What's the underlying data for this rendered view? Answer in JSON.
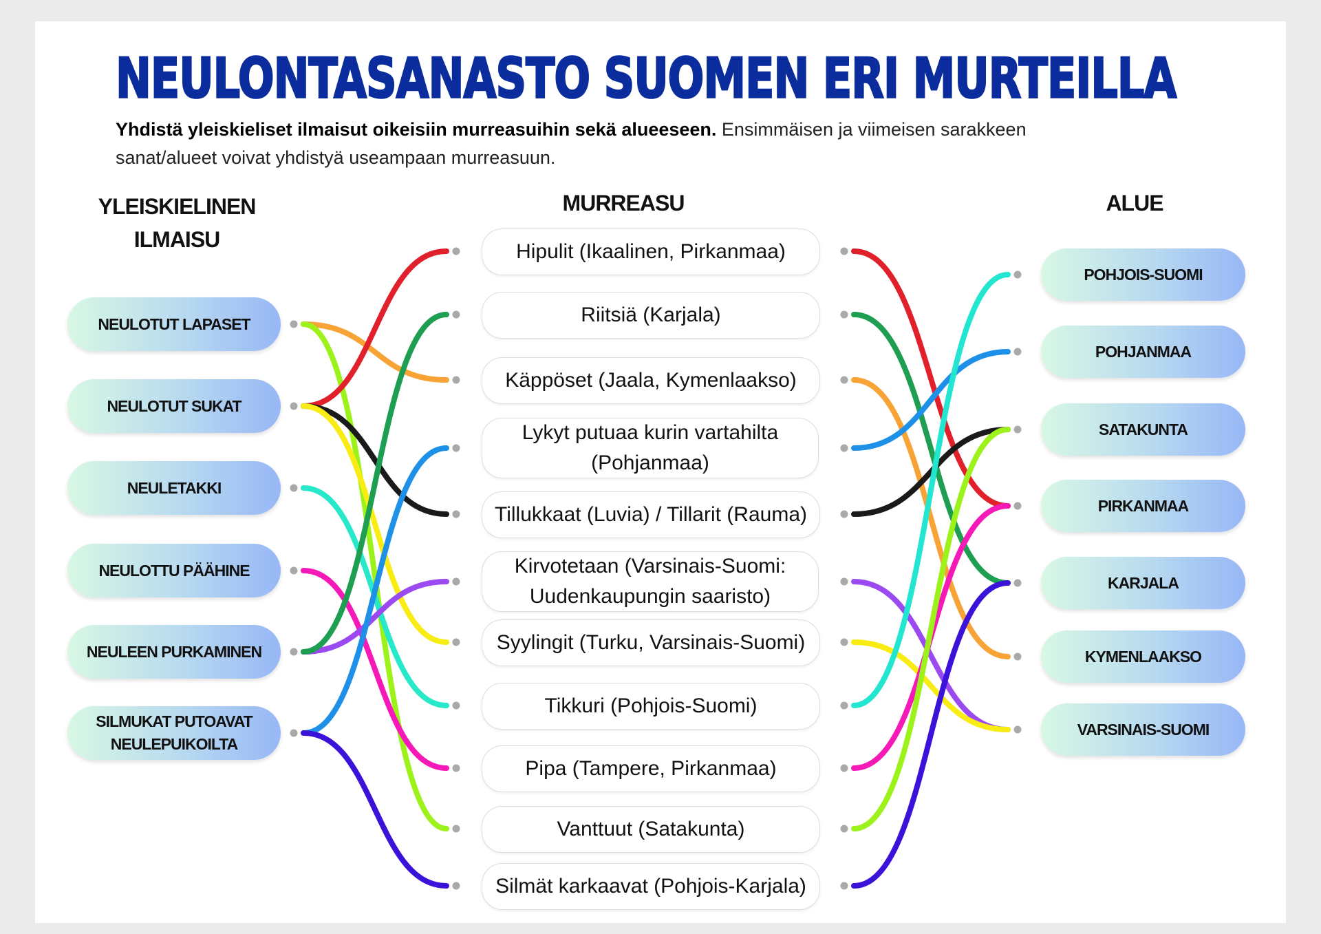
{
  "title": "NEULONTASANASTO SUOMEN ERI MURTEILLA",
  "intro": {
    "bold": "Yhdistä yleiskieliset ilmaisut oikeisiin murreasuihin sekä alueeseen.",
    "normal": " Ensimmäisen ja viimeisen sarakkeen sanat/alueet voivat yhdistyä useampaan murreasuun."
  },
  "headers": {
    "left": "YLEISKIELINEN ILMAISU",
    "middle": "MURREASU",
    "right": "ALUE"
  },
  "left_items": [
    "NEULOTUT LAPASET",
    "NEULOTUT SUKAT",
    "NEULETAKKI",
    "NEULOTTU PÄÄHINE",
    "NEULEEN PURKAMINEN",
    "SILMUKAT PUTOAVAT NEULEPUIKOILTA"
  ],
  "middle_items": [
    "Hipulit (Ikaalinen, Pirkanmaa)",
    "Riitsiä (Karjala)",
    "Käppöset (Jaala, Kymenlaakso)",
    "Lykyt putuaa kurin vartahilta (Pohjanmaa)",
    "Tillukkaat (Luvia) / Tillarit (Rauma)",
    "Kirvotetaan (Varsinais-Suomi: Uudenkaupungin saaristo)",
    "Syylingit (Turku, Varsinais-Suomi)",
    "Tikkuri (Pohjois-Suomi)",
    "Pipa (Tampere, Pirkanmaa)",
    "Vanttuut (Satakunta)",
    "Silmät karkaavat (Pohjois-Karjala)"
  ],
  "right_items": [
    "POHJOIS-SUOMI",
    "POHJANMAA",
    "SATAKUNTA",
    "PIRKANMAA",
    "KARJALA",
    "KYMENLAAKSO",
    "VARSINAIS-SUOMI"
  ],
  "left_connections": [
    {
      "from": 0,
      "to": 2,
      "color": "#f7a335"
    },
    {
      "from": 0,
      "to": 9,
      "color": "#9cf21a"
    },
    {
      "from": 1,
      "to": 0,
      "color": "#e0202a"
    },
    {
      "from": 1,
      "to": 4,
      "color": "#1a1a1a"
    },
    {
      "from": 1,
      "to": 6,
      "color": "#f8ec14"
    },
    {
      "from": 2,
      "to": 7,
      "color": "#27e8c8"
    },
    {
      "from": 3,
      "to": 8,
      "color": "#f51ab8"
    },
    {
      "from": 4,
      "to": 5,
      "color": "#9a4af0"
    },
    {
      "from": 4,
      "to": 1,
      "color": "#1e9e50"
    },
    {
      "from": 5,
      "to": 3,
      "color": "#1e90e8"
    },
    {
      "from": 5,
      "to": 10,
      "color": "#3b12d8"
    }
  ],
  "right_connections": [
    {
      "from": 0,
      "to": 3,
      "color": "#e0202a"
    },
    {
      "from": 1,
      "to": 4,
      "color": "#1e9e50"
    },
    {
      "from": 2,
      "to": 5,
      "color": "#f7a335"
    },
    {
      "from": 3,
      "to": 1,
      "color": "#1e90e8"
    },
    {
      "from": 4,
      "to": 2,
      "color": "#1a1a1a"
    },
    {
      "from": 5,
      "to": 6,
      "color": "#9a4af0"
    },
    {
      "from": 6,
      "to": 6,
      "color": "#f8ec14"
    },
    {
      "from": 7,
      "to": 0,
      "color": "#22e6cf"
    },
    {
      "from": 8,
      "to": 3,
      "color": "#f51ab8"
    },
    {
      "from": 9,
      "to": 2,
      "color": "#9cf21a"
    },
    {
      "from": 10,
      "to": 4,
      "color": "#3b12d8"
    }
  ]
}
